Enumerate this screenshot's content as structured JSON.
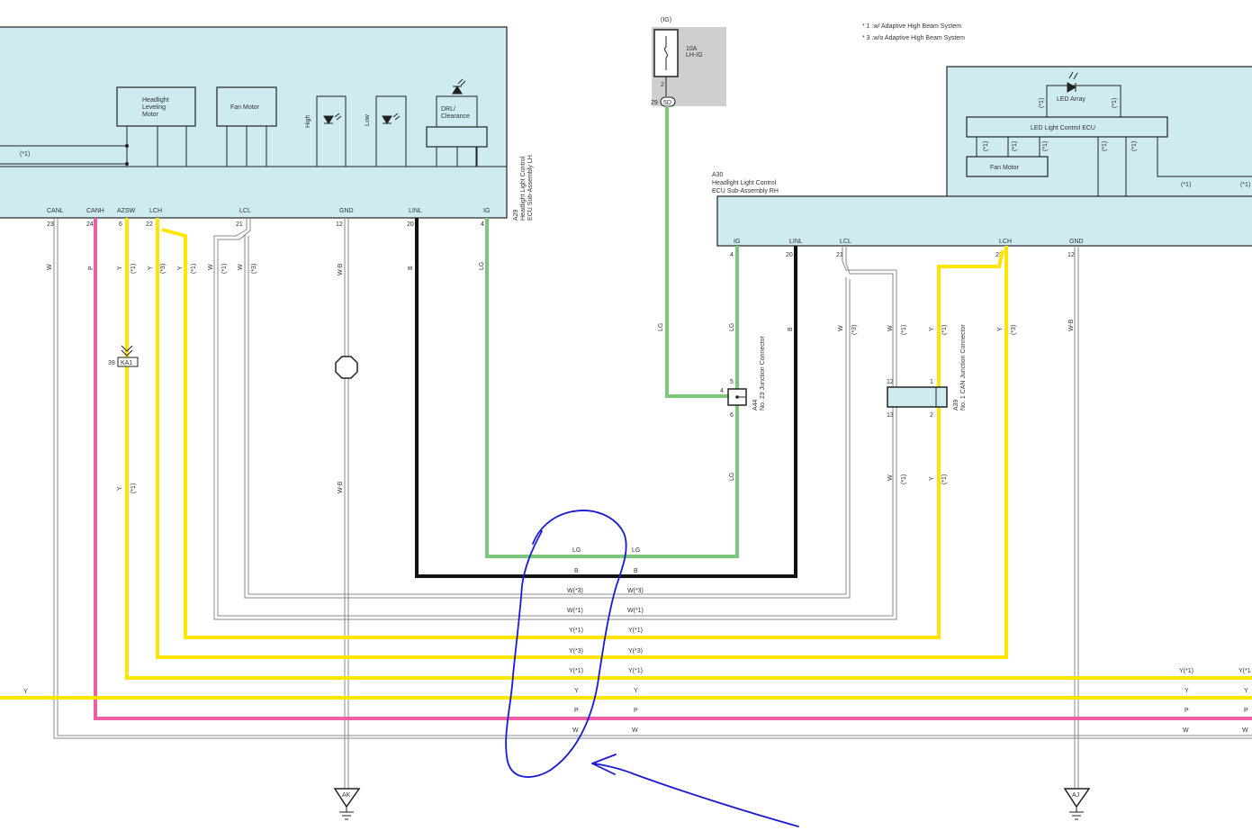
{
  "notes": {
    "n1": "* 1 :w/ Adaptive High Beam System",
    "n3": "* 3 :w/o Adaptive High Beam System"
  },
  "lh_ecu": {
    "title_line1": "Headlight Light Control",
    "title_line2": "ECU Sub-Assembly LH",
    "code": "A29",
    "leveling_motor": [
      "Headlight",
      "Leveling",
      "Motor"
    ],
    "fan_motor": "Fan Motor",
    "high": "High",
    "low": "Low",
    "drl": [
      "DRL/",
      "Clearance"
    ],
    "note_star1": "(*1)",
    "pins": [
      {
        "name": "CANL",
        "num": "23",
        "color": "W"
      },
      {
        "name": "CANH",
        "num": "24",
        "color": "P"
      },
      {
        "name": "AZSW",
        "num": "6",
        "color": "Y",
        "note": "(*1)"
      },
      {
        "name": "LCH",
        "num": "22"
      },
      {
        "name": "LCL",
        "num": "21"
      },
      {
        "name": "GND",
        "num": "12",
        "color": "W-B"
      },
      {
        "name": "LINL",
        "num": "20",
        "color": "B"
      },
      {
        "name": "IG",
        "num": "4",
        "color": "LG"
      }
    ]
  },
  "lch_labels": {
    "y3": "Y",
    "n3": "(*3)",
    "y1": "Y",
    "n1": "(*1)",
    "w1": "W",
    "n1b": "(*1)",
    "w3": "W",
    "n3b": "(*3)"
  },
  "ka1": {
    "pin": "39",
    "code": "KA1",
    "wire": "Y",
    "note": "(*1)"
  },
  "gnd_lh": {
    "wire": "W-B",
    "ground": "AK"
  },
  "fuse": {
    "power": "(IG)",
    "rating": "10A",
    "name": "LH-IG",
    "pin_top": "2",
    "pin_num": "29",
    "conn": "5D",
    "wire": "LG"
  },
  "rh_ecu": {
    "code": "A30",
    "title_line1": "Headlight Light Control",
    "title_line2": "ECU Sub-Assembly RH",
    "led_array": "LED Array",
    "led_ecu": "LED Light Control ECU",
    "fan_motor": "Fan Motor",
    "star1": "(*1)",
    "pins": [
      {
        "name": "IG",
        "num": "4",
        "color": "LG"
      },
      {
        "name": "LINL",
        "num": "20",
        "color": "B"
      },
      {
        "name": "LCL",
        "num": "21"
      },
      {
        "name": "LCH",
        "num": "22"
      },
      {
        "name": "GND",
        "num": "12",
        "color": "W-B"
      }
    ]
  },
  "jc_a44": {
    "code": "A44",
    "name": "No. 23 Junction Connector",
    "p4": "4",
    "p5": "5",
    "p6": "6",
    "wire": "LG"
  },
  "jc_a39": {
    "code": "A39",
    "name": "No. 1 CAN Junction Connector",
    "p12": "12",
    "p1": "1",
    "p13": "13",
    "p2": "2",
    "w": "W",
    "n3": "(*3)",
    "n1": "(*1)",
    "y": "Y"
  },
  "gnd_rh": {
    "wire": "W-B",
    "ground": "AJ"
  },
  "bus_labels": [
    {
      "l": "LG",
      "r": "LG"
    },
    {
      "l": "B",
      "r": "B"
    },
    {
      "l": "W(*3)",
      "r": "W(*3)"
    },
    {
      "l": "W(*1)",
      "r": "W(*1)"
    },
    {
      "l": "Y(*1)",
      "r": "Y(*1)"
    },
    {
      "l": "Y(*3)",
      "r": "Y(*3)"
    },
    {
      "l": "Y(*1)",
      "r": "Y(*1)"
    },
    {
      "l": "Y",
      "r": "Y"
    },
    {
      "l": "P",
      "r": "P"
    },
    {
      "l": "W",
      "r": "W"
    }
  ],
  "right_labels": [
    "Y(*1)",
    "Y",
    "P",
    "W"
  ],
  "far_right_label": "Y(*1",
  "left_y": "Y",
  "colors": {
    "box": "#cdebf0",
    "yellow": "#ffe500",
    "green": "#7cc77c",
    "pink": "#ef5ea8",
    "black": "#111111",
    "white_wire": "#9a9a9a",
    "annot": "#1a1ad6",
    "fuse_bg": "#cfcfcf"
  }
}
